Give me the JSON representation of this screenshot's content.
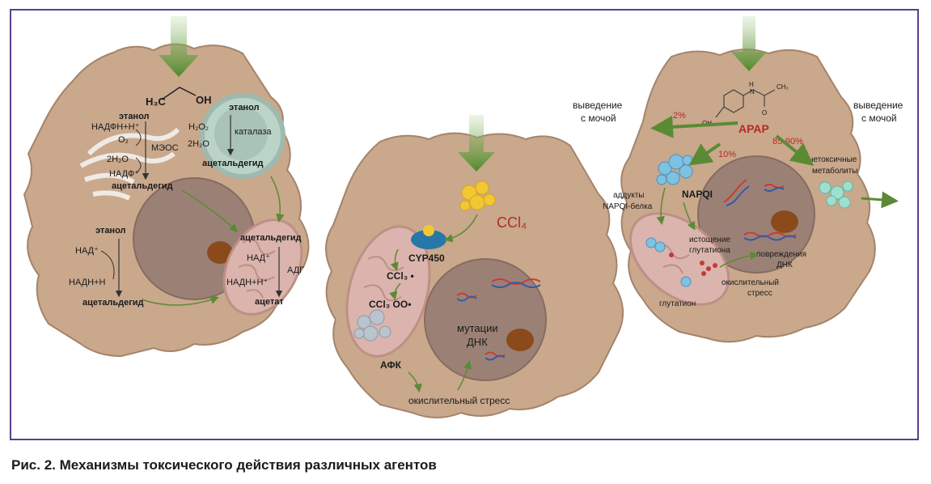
{
  "caption": "Рис. 2. Механизмы токсического действия различных агентов",
  "colors": {
    "cell": "#c9a88c",
    "cell_edge": "#a4846b",
    "nucleus": "#9b8175",
    "nucleolus": "#8a4a1c",
    "arrow_green": "#4f8a2a",
    "frame": "#5b3f8a",
    "red_label": "#b52a26",
    "mito": "#dab4ad",
    "peroxisome": "#bcd4c8"
  },
  "ethanol_cell": {
    "formula_left": "H₃C",
    "formula_right": "OH",
    "ethanol_top": "этанол",
    "nadph": "НАДФН+Н⁺",
    "o2": "O₂",
    "meos": "МЭОС",
    "h2o": "2H₂O",
    "nadp": "НАДФ⁺",
    "acetaldehyde_er": "ацетальдегид",
    "perox_ethanol": "этанол",
    "perox_h2o2": "H₂O₂",
    "perox_catalase": "каталаза",
    "perox_h2o": "2H₂O",
    "perox_acetaldehyde": "ацетальдегид",
    "cyto_ethanol": "этанол",
    "cyto_nad": "НАД⁺",
    "cyto_nadh": "НАДН+Н",
    "cyto_acetaldehyde": "ацетальдегид",
    "mito_acetaldehyde": "ацетальдегид",
    "mito_nad": "НАД⁺",
    "mito_adh": "АДГ",
    "mito_nadh": "НАДН+Н⁺",
    "mito_acetate": "ацетат"
  },
  "ccl4_cell": {
    "ccl4": "CCl₄",
    "cyp": "CYP450",
    "ccl3": "CCl₃ •",
    "ccl3oo": "CCl₃ OO•",
    "afk": "АФК",
    "mutations_1": "мутации",
    "mutations_2": "ДНК",
    "stress": "окислительный стресс"
  },
  "apap_cell": {
    "apap": "APAP",
    "excretion_left_1": "выведение",
    "excretion_left_2": "с мочой",
    "excretion_right_1": "выведение",
    "excretion_right_2": "с мочой",
    "pct_2": "2%",
    "pct_10": "10%",
    "pct_85": "85-90%",
    "nontoxic_1": "нетоксичные",
    "nontoxic_2": "метаболиты",
    "napqi": "NAPQI",
    "adducts_1": "аддукты",
    "adducts_2": "NAPQI-белка",
    "depletion_1": "истощение",
    "depletion_2": "глутатиона",
    "dna_damage_1": "повреждения",
    "dna_damage_2": "ДНК",
    "oxstress_1": "окислительный",
    "oxstress_2": "стресс",
    "glutathione": "глутатион",
    "mol_oh": "OH",
    "mol_nh": "H",
    "mol_n": "N",
    "mol_o": "O",
    "mol_ch3": "CH₃"
  }
}
